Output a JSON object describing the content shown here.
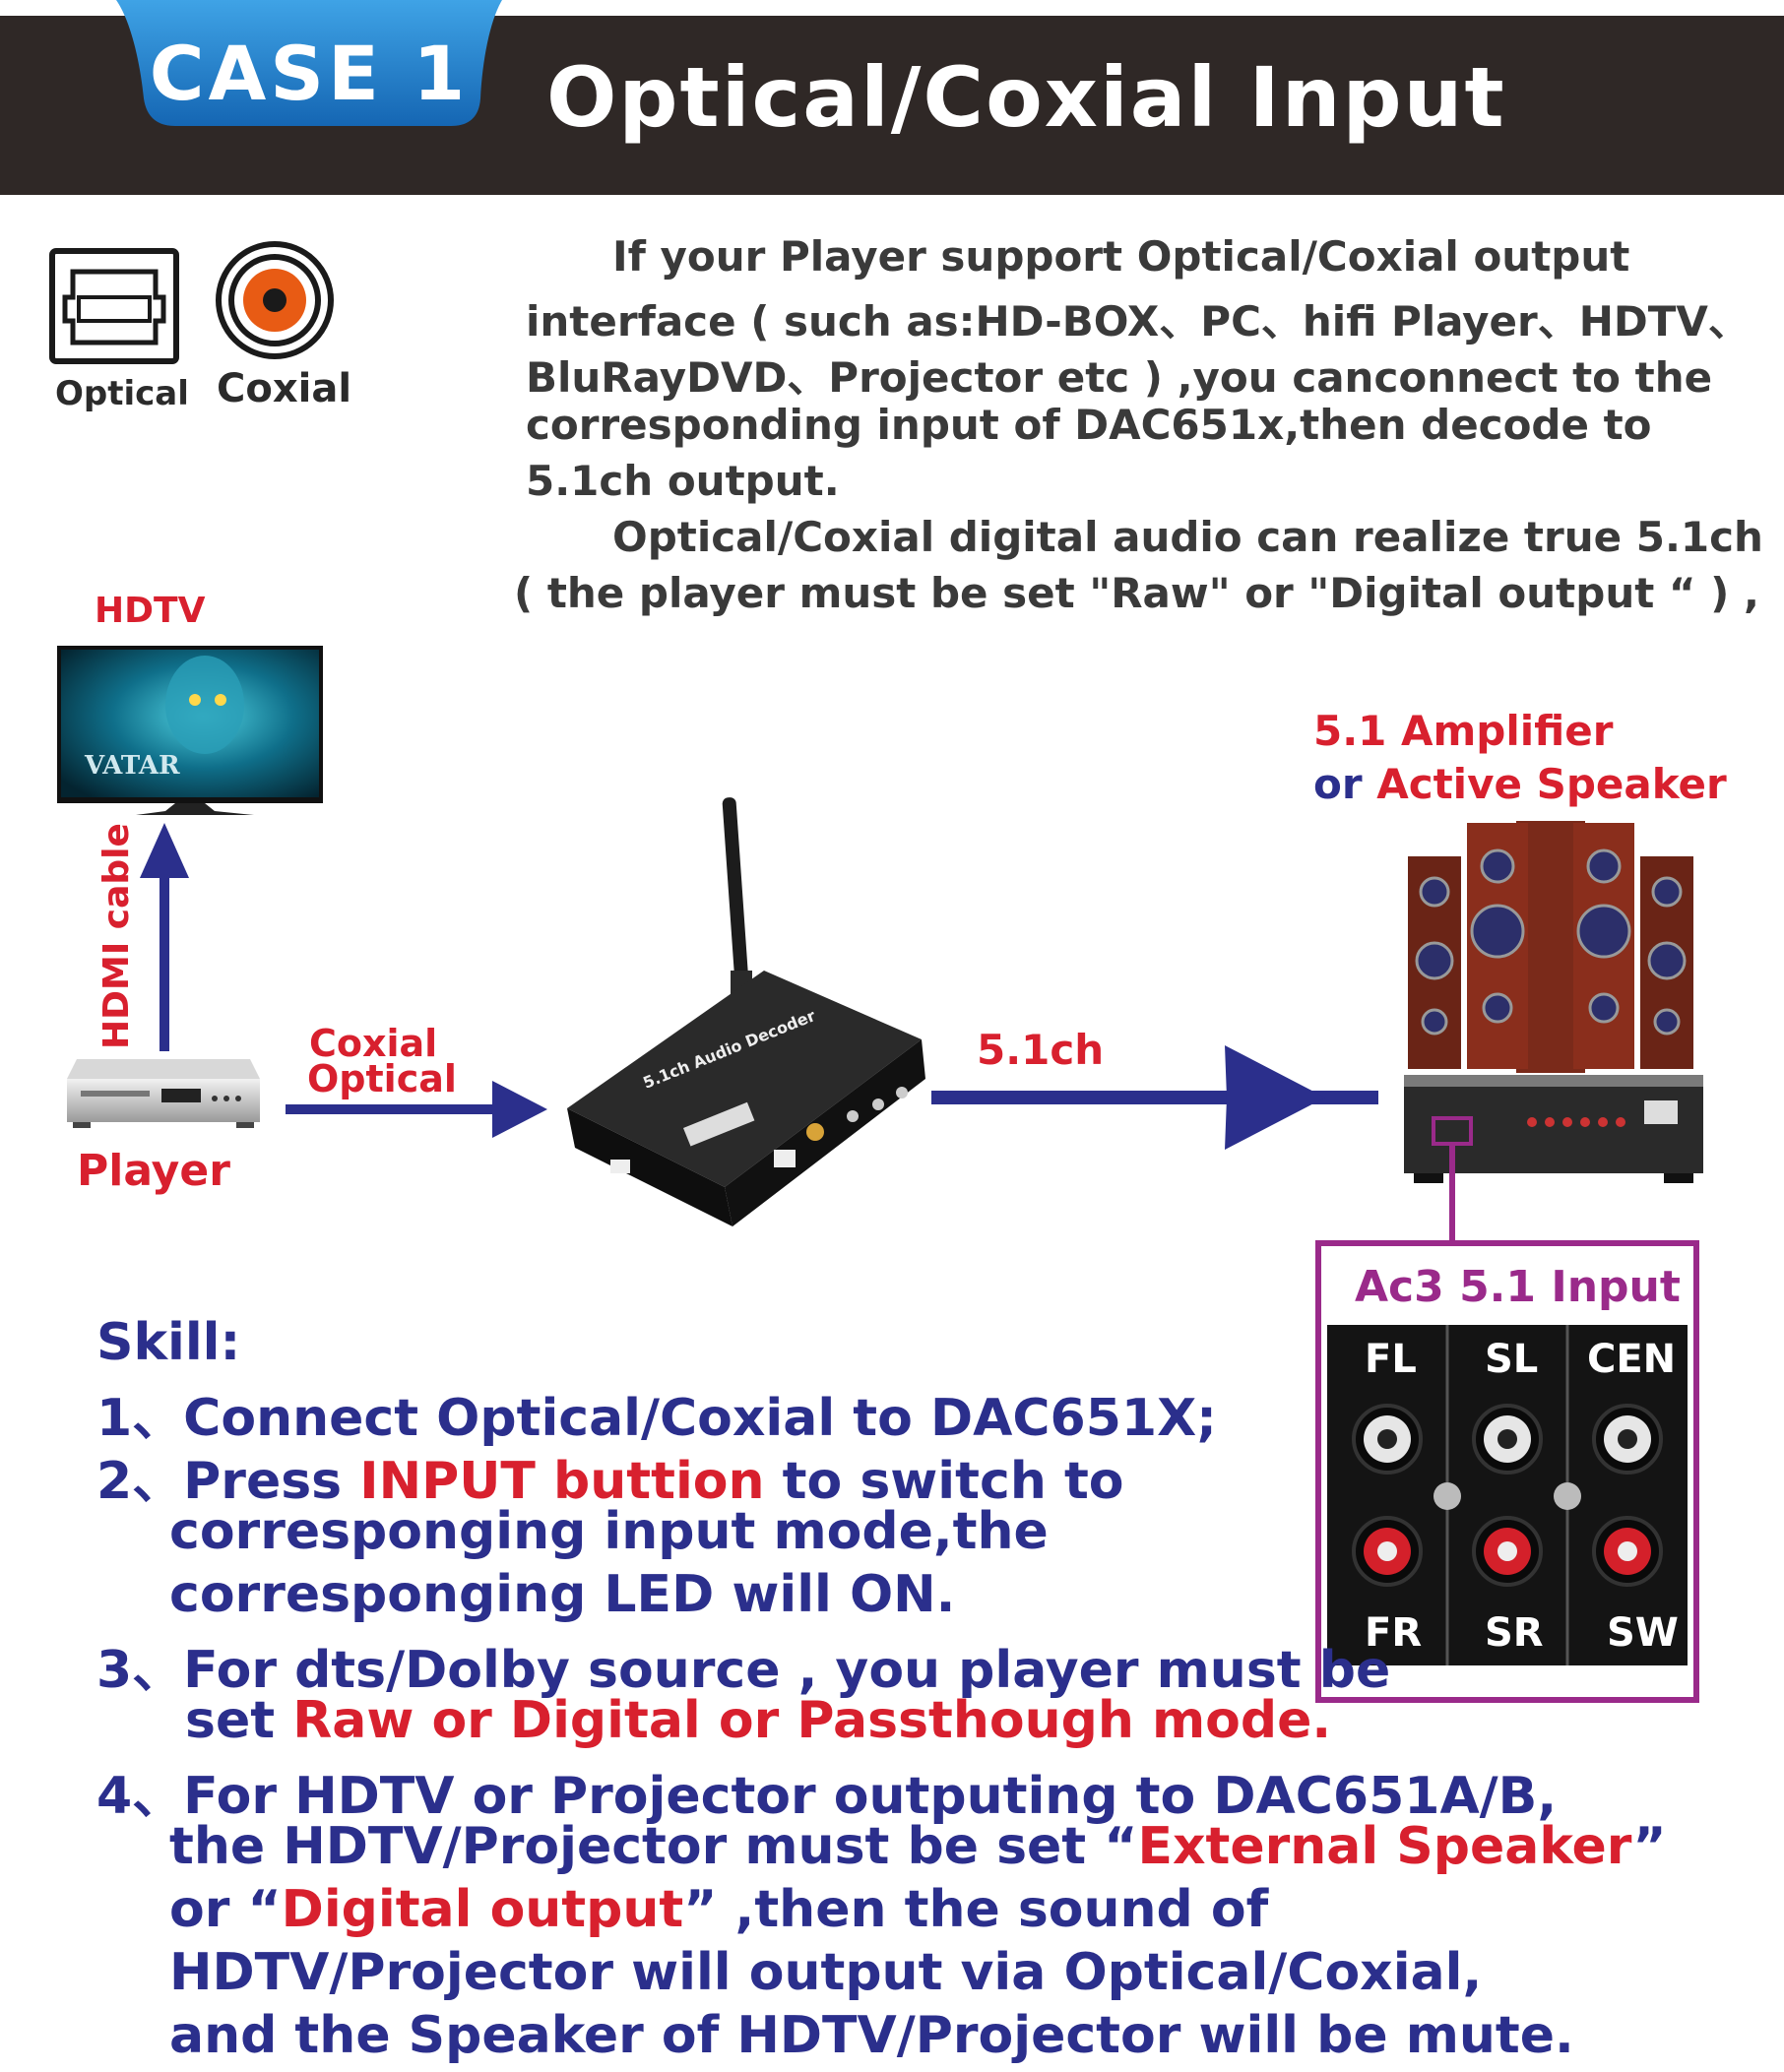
{
  "header": {
    "case_label": "CASE 1",
    "title": "Optical/Coxial Input"
  },
  "icons": {
    "optical_label": "Optical",
    "coaxial_label": "Coxial"
  },
  "intro": {
    "lines": [
      "If your Player support Optical/Coxial output",
      "interface ( such as:HD-BOX、PC、hifi Player、HDTV、",
      "BluRayDVD、Projector etc ) ,you canconnect to the",
      "corresponding input of DAC651x,then decode to",
      "5.1ch output.",
      "Optical/Coxial digital audio can realize true 5.1ch",
      "( the player must be set \"Raw\" or \"Digital output “ )   ,"
    ]
  },
  "diagram": {
    "hdtv_label": "HDTV",
    "tv_screen_text": "VATAR",
    "hdmi_label": "HDMI cable",
    "player_label": "Player",
    "input_line1": "Coxial",
    "input_line2": "Optical",
    "decoder_label": "5.1ch Audio Decoder",
    "output_label": "5.1ch",
    "amp_line1": "5.1 Amplifier",
    "amp_or": "or ",
    "amp_line2": "Active Speaker"
  },
  "ac3": {
    "title": "Ac3 5.1 Input",
    "channels_top": [
      "FL",
      "SL",
      "CEN"
    ],
    "channels_bottom": [
      "FR",
      "SR",
      "SW"
    ]
  },
  "skill": {
    "title": "Skill:",
    "step1": "1、Connect Optical/Coxial to  DAC651X;",
    "step2_a": "2、Press ",
    "step2_b": "INPUT buttion",
    "step2_c": " to switch to",
    "step2_d": "corresponging input mode,the",
    "step2_e": "corresponging LED will ON.",
    "step3_a": "3、For dts/Dolby source , you player must be",
    "step3_b": "set ",
    "step3_c": "Raw or Digital or Passthough mode.",
    "step4_a": "4、For HDTV or Projector outputing to DAC651A/B,",
    "step4_b": "the HDTV/Projector must be set  “",
    "step4_c": "External Speaker",
    "step4_d": "”",
    "step4_e": "or  “",
    "step4_f": "Digital output",
    "step4_g": "”   ,then the sound of",
    "step4_h": "HDTV/Projector will output via Optical/Coxial,",
    "step4_i": "and the Speaker of HDTV/Projector will be mute."
  },
  "colors": {
    "header_bg": "#2f2826",
    "tab_blue": "#1f7fc6",
    "accent_red": "#d8202e",
    "navy": "#2b2f8c",
    "purple": "#9a2a8a"
  }
}
